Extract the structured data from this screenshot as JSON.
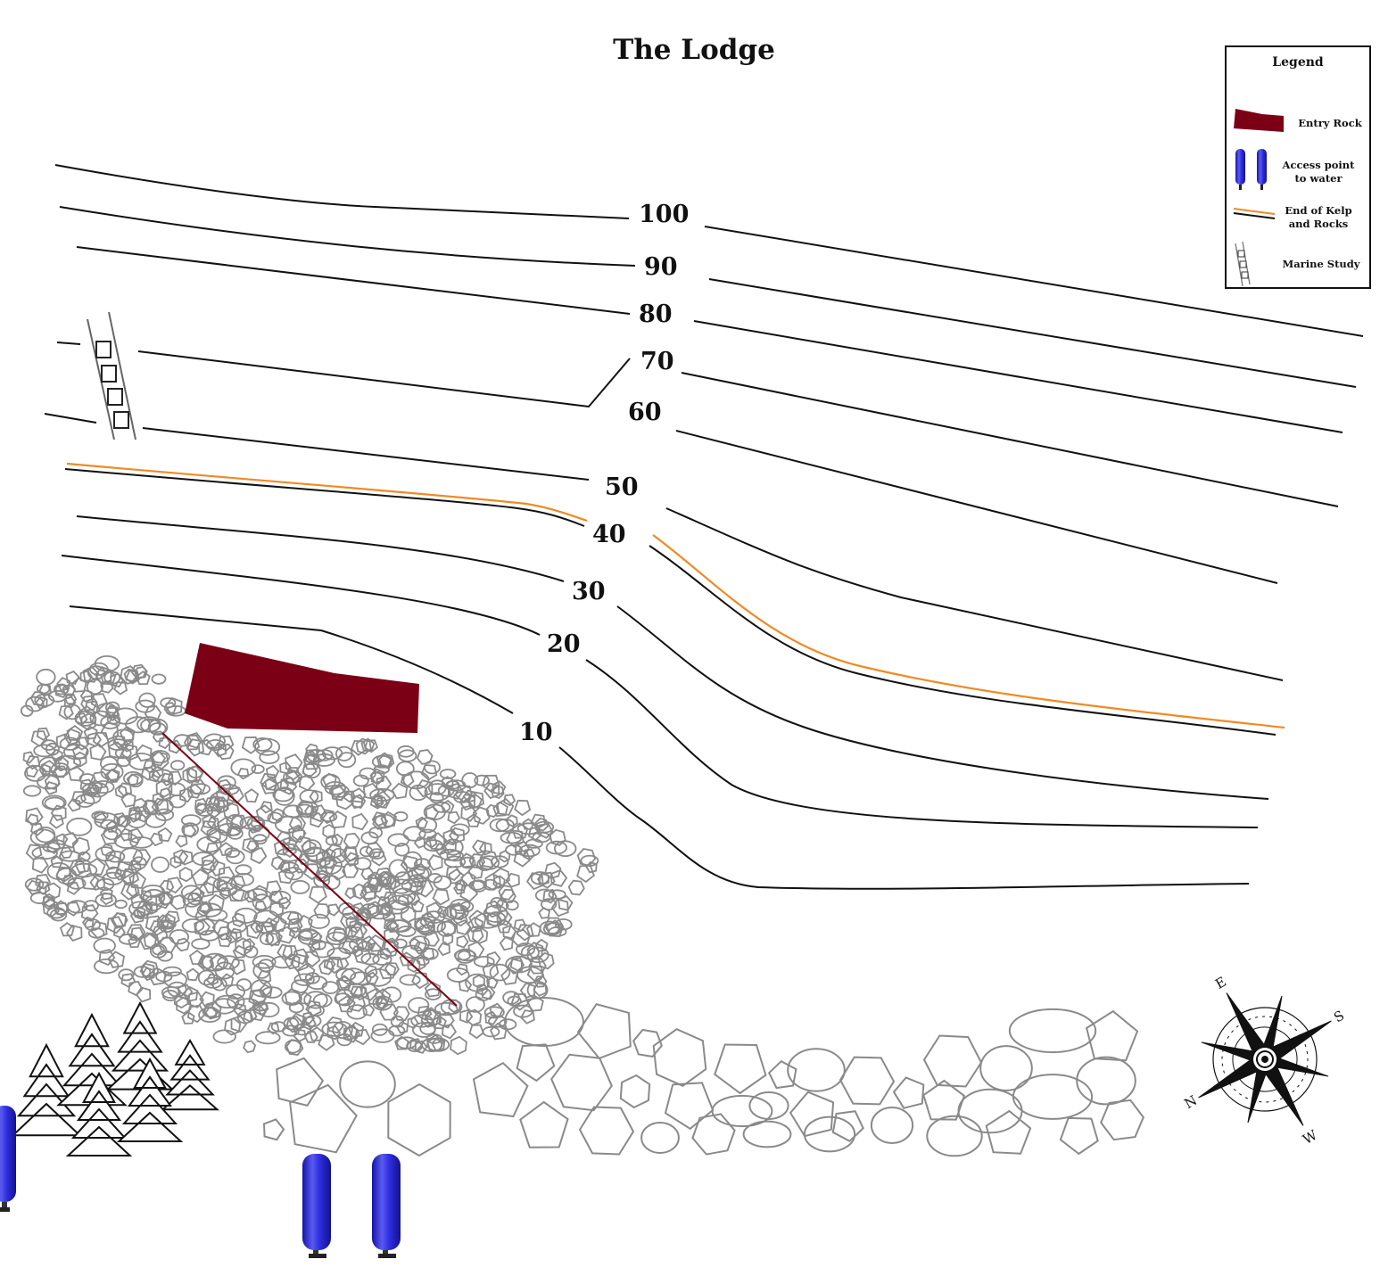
{
  "title": "The Lodge",
  "legend": {
    "title": "Legend",
    "items": [
      {
        "label": "Entry Rock",
        "icon": "entry-rock-icon",
        "color": "#7b0016"
      },
      {
        "label": "Access point to water",
        "icon": "scuba-tank-icon",
        "color": "#2b2bd6"
      },
      {
        "label": "End of Kelp and Rocks",
        "icon": "kelp-line-icon",
        "color": "#f08a24"
      },
      {
        "label": "Marine Study",
        "icon": "ladder-icon",
        "color": "#888888"
      }
    ]
  },
  "depth_contours": [
    "100",
    "90",
    "80",
    "70",
    "60",
    "50",
    "40",
    "30",
    "20",
    "10"
  ],
  "compass": {
    "letters": [
      "E",
      "S",
      "W",
      "N"
    ],
    "icon": "compass-rose-icon"
  },
  "colors": {
    "contour": "#111111",
    "kelp_line": "#f08a24",
    "entry_rock": "#7b0016",
    "rocks": "#8a8a8a",
    "tank": "#2b2bd6"
  }
}
